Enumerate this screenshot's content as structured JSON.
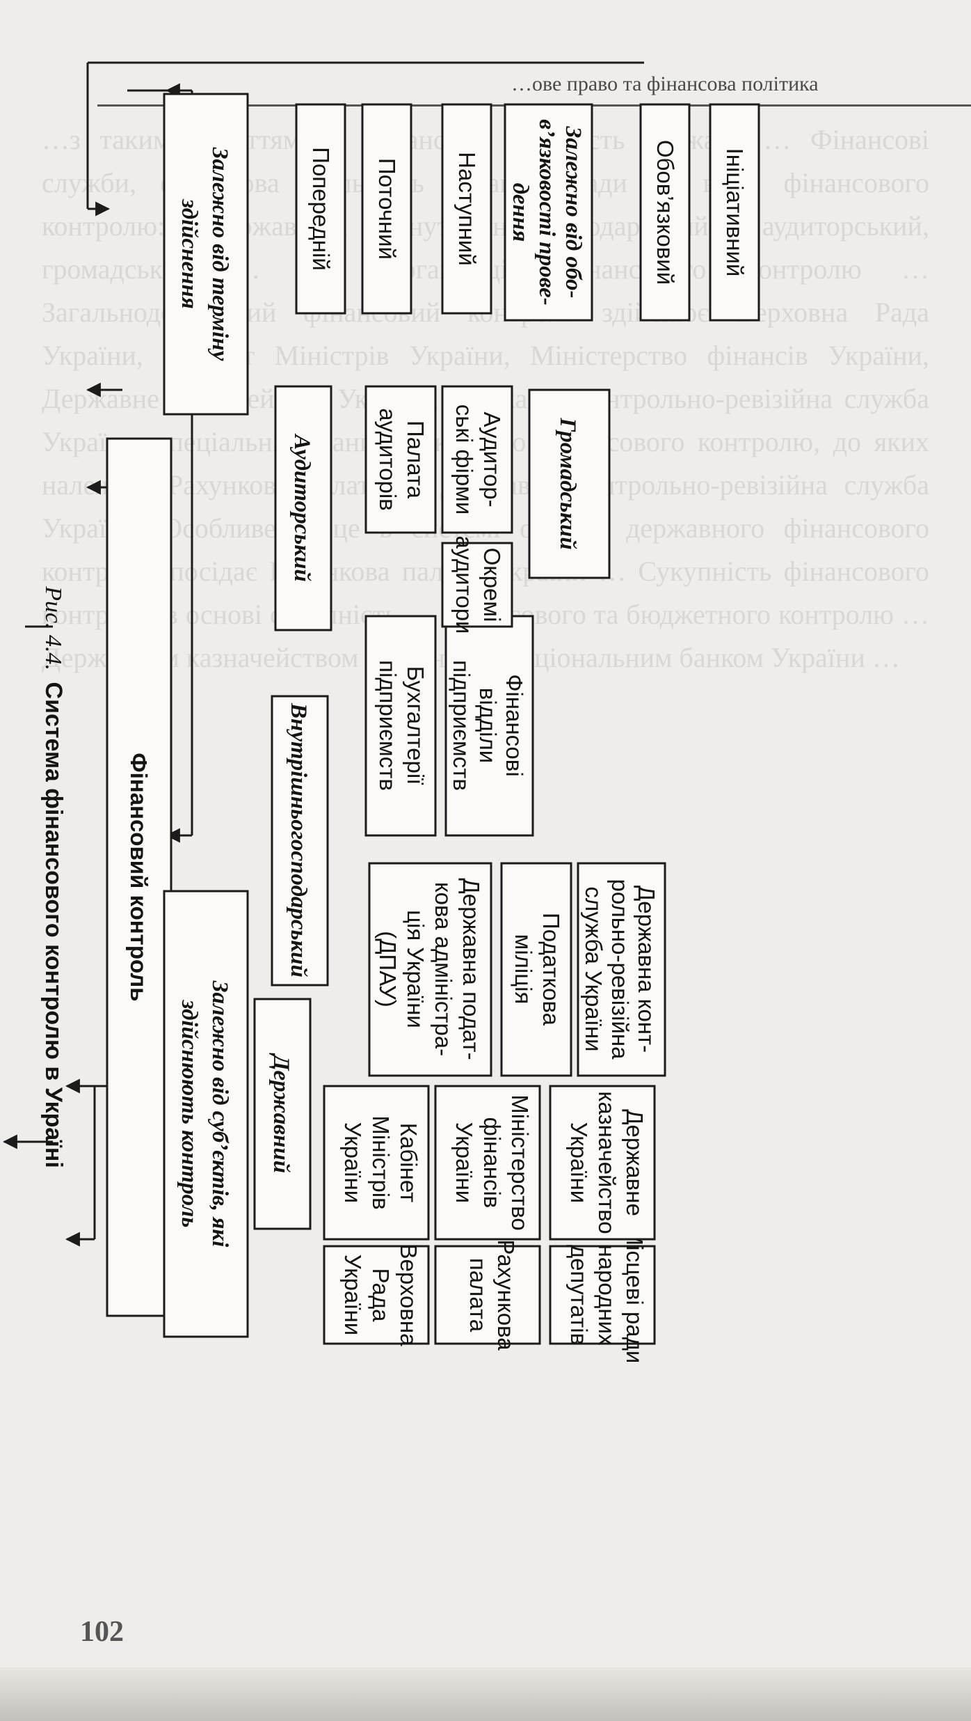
{
  "page": {
    "running_head": "…ове право та фінансова політика",
    "page_number": "102",
    "bleed_text": "…з таким поняттям як фінансова діяльність держави … Фінансові служби, фінансова діяльність органів влади … види фінансового контролю: державний, внутрішньогосподарський, аудиторський, громадський … 4.3. Організація фінансового контролю … Загальнодержавний фінансовий контроль здійснює Верховна Рада України, Кабінет Міністрів України, Міністерство фінансів України, Державне казначейство України, Державна контрольно-ревізійна служба України, спеціальні органи державного фінансового контролю, до яких належать Рахункова палата та Державна контрольно-ревізійна служба України. Особливе місце в системі органів державного фінансового контролю посідає Рахункова палата України … Сукупність фінансового контролю в основі сукупність … фінансового та бюджетного контролю … Державним казначейством України … Національним банком України …"
  },
  "diagram": {
    "caption_prefix": "Рис. 4.4.",
    "caption_title": "Система фінансового контролю в Україні",
    "root": "Фінансовий контроль",
    "group_subjects": {
      "title_line1": "Залежно від суб’єктів, які",
      "title_line2": "здійснюють контроль"
    },
    "state": {
      "label": "Державний",
      "bodies": [
        [
          "Верховна",
          "Рада",
          "України"
        ],
        [
          "Кабінет",
          "Міністрів",
          "України"
        ],
        [
          "Рахункова",
          "палата"
        ],
        [
          "Міністерство",
          "фінансів",
          "України"
        ],
        [
          "Місцеві ради",
          "народних",
          "депутатів"
        ],
        [
          "Державне",
          "казначейство",
          "України"
        ]
      ],
      "extra_bodies": [
        [
          "Державна подат-",
          "кова адміністра-",
          "ція України",
          "(ДПАУ)"
        ],
        [
          "Податкова",
          "міліція"
        ],
        [
          "Державна конт-",
          "рольно-ревізійна",
          "служба України"
        ]
      ]
    },
    "internal": {
      "label": "Внутрішньогосподарський",
      "bodies": [
        [
          "Бухгалтерії",
          "підприємств"
        ],
        [
          "Фінансові",
          "відділи",
          "підприємств"
        ]
      ]
    },
    "audit": {
      "label": "Аудиторський",
      "bodies": [
        [
          "Палата",
          "аудиторів"
        ],
        [
          "Аудитор-",
          "ські фірми"
        ],
        [
          "Окремі",
          "аудитори"
        ]
      ]
    },
    "public": {
      "label": "Громадський"
    },
    "group_term": {
      "title_line1": "Залежно від терміну",
      "title_line2": "здійснення",
      "items": [
        "Попередній",
        "Поточний",
        "Наступний"
      ]
    },
    "group_mandatory": {
      "title_line1": "Залежно від обо-",
      "title_line2": "в’язковості прове-",
      "title_line3": "дення",
      "items": [
        "Обов’язковий",
        "Ініціативний"
      ]
    }
  }
}
